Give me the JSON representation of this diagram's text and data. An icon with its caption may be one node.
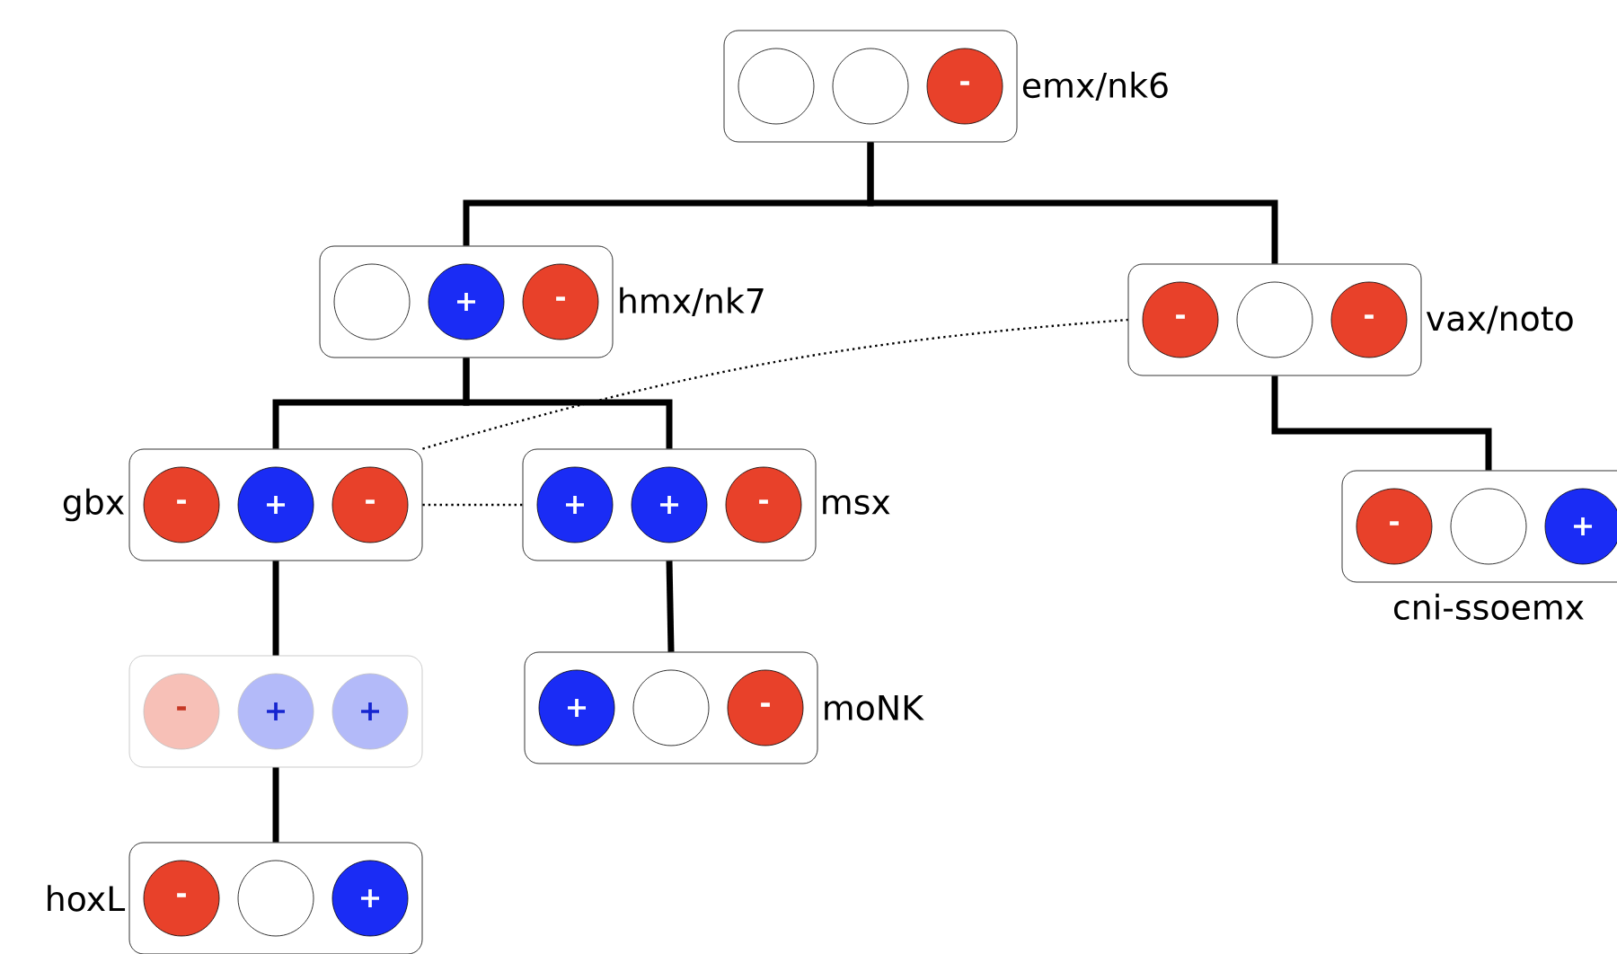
{
  "diagram": {
    "nodes": [
      {
        "text": [
          "emx/nk6"
        ]
      },
      {
        "text": [],
        "shape": "circle",
        "in": 0
      },
      {
        "text": [],
        "shape": "circle",
        "in": 0
      },
      {
        "text": [
          "-"
        ],
        "in": 0
      },
      {
        "text": [
          "hmx/nk7"
        ]
      },
      {
        "text": [],
        "shape": "circle",
        "in": 4
      },
      {
        "text": [
          "+"
        ],
        "in": 4
      },
      {
        "text": [
          "-"
        ],
        "in": 4
      },
      {
        "text": [
          "vax/noto"
        ]
      },
      {
        "text": [
          "-"
        ],
        "in": 8
      },
      {
        "text": [],
        "shape": "circle",
        "in": 8
      },
      {
        "text": [
          "-"
        ],
        "in": 8
      },
      {
        "text": [
          "gbx"
        ]
      },
      {
        "text": [
          "-"
        ],
        "in": 12
      },
      {
        "text": [
          "+"
        ],
        "in": 12
      },
      {
        "text": [
          "-"
        ],
        "in": 12
      },
      {
        "text": [
          "msx"
        ]
      },
      {
        "text": [
          "+"
        ],
        "in": 16
      },
      {
        "text": [
          "+"
        ],
        "in": 16
      },
      {
        "text": [
          "-"
        ],
        "in": 16
      },
      {
        "text": [
          "cni-ssoemx"
        ]
      },
      {
        "text": [
          "-"
        ],
        "in": 20
      },
      {
        "text": [],
        "shape": "circle",
        "in": 20
      },
      {
        "text": [
          "+"
        ],
        "in": 20
      },
      {
        "text": [],
        "shape": "box"
      },
      {
        "text": [
          "-"
        ],
        "in": 24
      },
      {
        "text": [
          "+"
        ],
        "in": 24
      },
      {
        "text": [
          "+"
        ],
        "in": 24
      },
      {
        "text": [
          "moNK"
        ]
      },
      {
        "text": [
          "+"
        ],
        "in": 28
      },
      {
        "text": [],
        "shape": "circle",
        "in": 28
      },
      {
        "text": [
          "-"
        ],
        "in": 28
      },
      {
        "text": [
          "hoxL"
        ]
      },
      {
        "text": [
          "-"
        ],
        "in": 32
      },
      {
        "text": [],
        "shape": "circle",
        "in": 32
      },
      {
        "text": [
          "+"
        ],
        "in": 32
      }
    ],
    "edges": [
      {
        "from": 0,
        "to": 4,
        "arrow": "none"
      },
      {
        "from": 0,
        "to": 8,
        "arrow": "none"
      },
      {
        "from": 4,
        "to": 12,
        "arrow": "none"
      },
      {
        "from": 4,
        "to": 16,
        "arrow": "none"
      },
      {
        "from": 8,
        "to": 20,
        "arrow": "none"
      },
      {
        "from": 12,
        "to": 24,
        "arrow": "none"
      },
      {
        "from": 24,
        "to": 32,
        "arrow": "none"
      },
      {
        "from": 16,
        "to": 28,
        "arrow": "none"
      },
      {
        "from": 12,
        "to": 8,
        "arrow": "none",
        "style": "dashed"
      },
      {
        "from": 12,
        "to": 16,
        "arrow": "none",
        "style": "dashed"
      }
    ]
  }
}
